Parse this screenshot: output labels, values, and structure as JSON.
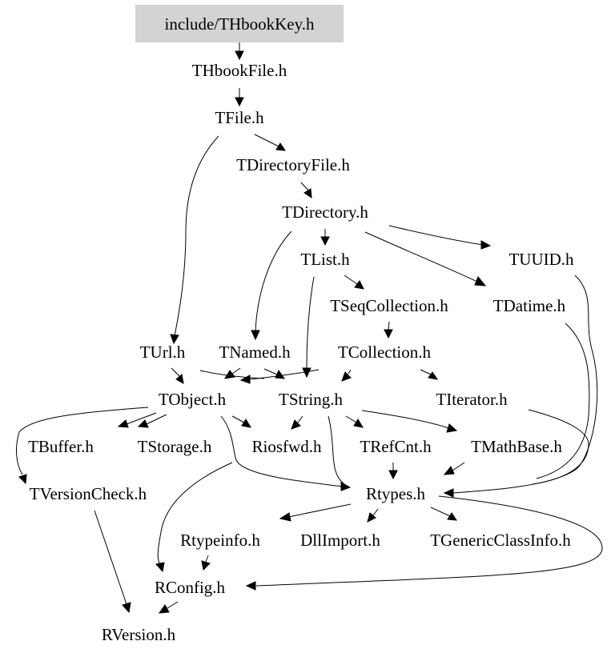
{
  "graph": {
    "root_fill": "#d3d3d3",
    "nodes": [
      {
        "id": "thbookkey",
        "label": "include/THbookKey.h",
        "root": true
      },
      {
        "id": "thbookfile",
        "label": "THbookFile.h"
      },
      {
        "id": "tfile",
        "label": "TFile.h"
      },
      {
        "id": "tdirectoryfile",
        "label": "TDirectoryFile.h"
      },
      {
        "id": "tdirectory",
        "label": "TDirectory.h"
      },
      {
        "id": "tlist",
        "label": "TList.h"
      },
      {
        "id": "tuuid",
        "label": "TUUID.h"
      },
      {
        "id": "tseqcollection",
        "label": "TSeqCollection.h"
      },
      {
        "id": "tdatime",
        "label": "TDatime.h"
      },
      {
        "id": "turl",
        "label": "TUrl.h"
      },
      {
        "id": "tnamed",
        "label": "TNamed.h"
      },
      {
        "id": "tcollection",
        "label": "TCollection.h"
      },
      {
        "id": "tobject",
        "label": "TObject.h"
      },
      {
        "id": "tstring",
        "label": "TString.h"
      },
      {
        "id": "titerator",
        "label": "TIterator.h"
      },
      {
        "id": "tbuffer",
        "label": "TBuffer.h"
      },
      {
        "id": "tstorage",
        "label": "TStorage.h"
      },
      {
        "id": "riosfwd",
        "label": "Riosfwd.h"
      },
      {
        "id": "trefcnt",
        "label": "TRefCnt.h"
      },
      {
        "id": "tmathbase",
        "label": "TMathBase.h"
      },
      {
        "id": "tversioncheck",
        "label": "TVersionCheck.h"
      },
      {
        "id": "rtypes",
        "label": "Rtypes.h"
      },
      {
        "id": "rtypeinfo",
        "label": "Rtypeinfo.h"
      },
      {
        "id": "dllimport",
        "label": "DllImport.h"
      },
      {
        "id": "tgenericclassinfo",
        "label": "TGenericClassInfo.h"
      },
      {
        "id": "rconfig",
        "label": "RConfig.h"
      },
      {
        "id": "rversion",
        "label": "RVersion.h"
      }
    ]
  }
}
